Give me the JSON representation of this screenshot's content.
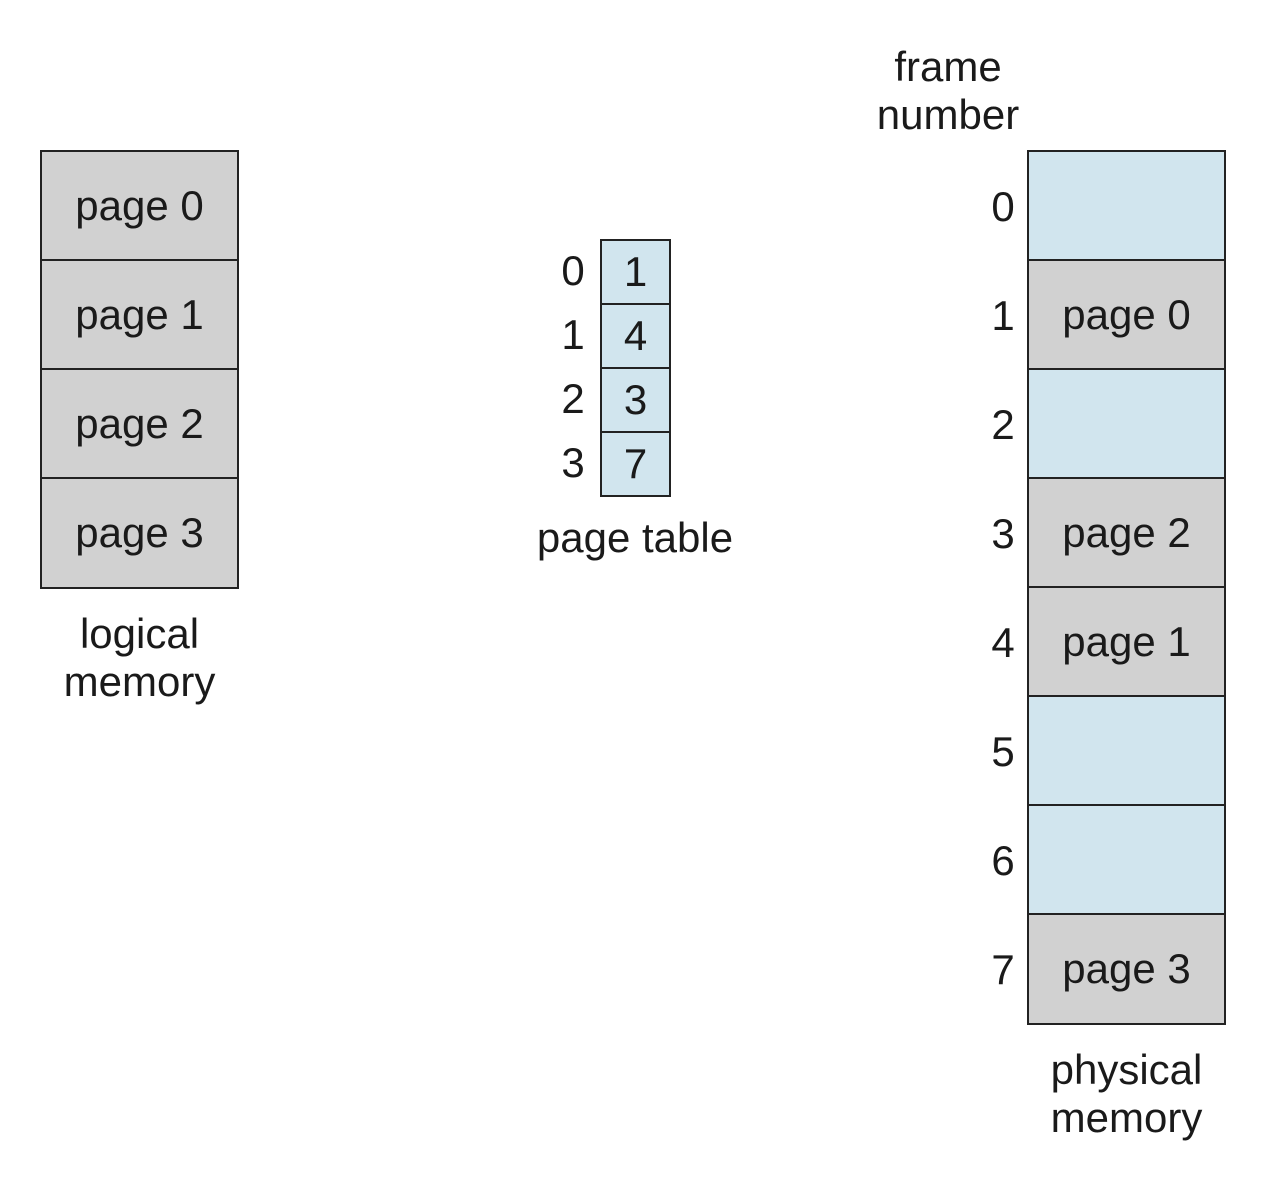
{
  "logical_memory": {
    "pages": [
      "page 0",
      "page 1",
      "page 2",
      "page 3"
    ],
    "caption_line1": "logical",
    "caption_line2": "memory"
  },
  "page_table": {
    "indices": [
      "0",
      "1",
      "2",
      "3"
    ],
    "frames": [
      "1",
      "4",
      "3",
      "7"
    ],
    "caption": "page table"
  },
  "physical_memory": {
    "header_line1": "frame",
    "header_line2": "number",
    "frame_numbers": [
      "0",
      "1",
      "2",
      "3",
      "4",
      "5",
      "6",
      "7"
    ],
    "frames": [
      "",
      "page 0",
      "",
      "page 2",
      "page 1",
      "",
      "",
      "page 3"
    ],
    "caption_line1": "physical",
    "caption_line2": "memory"
  },
  "colors": {
    "occupied": "#d1d1d1",
    "free": "#d1e5ee",
    "border": "#222222"
  }
}
